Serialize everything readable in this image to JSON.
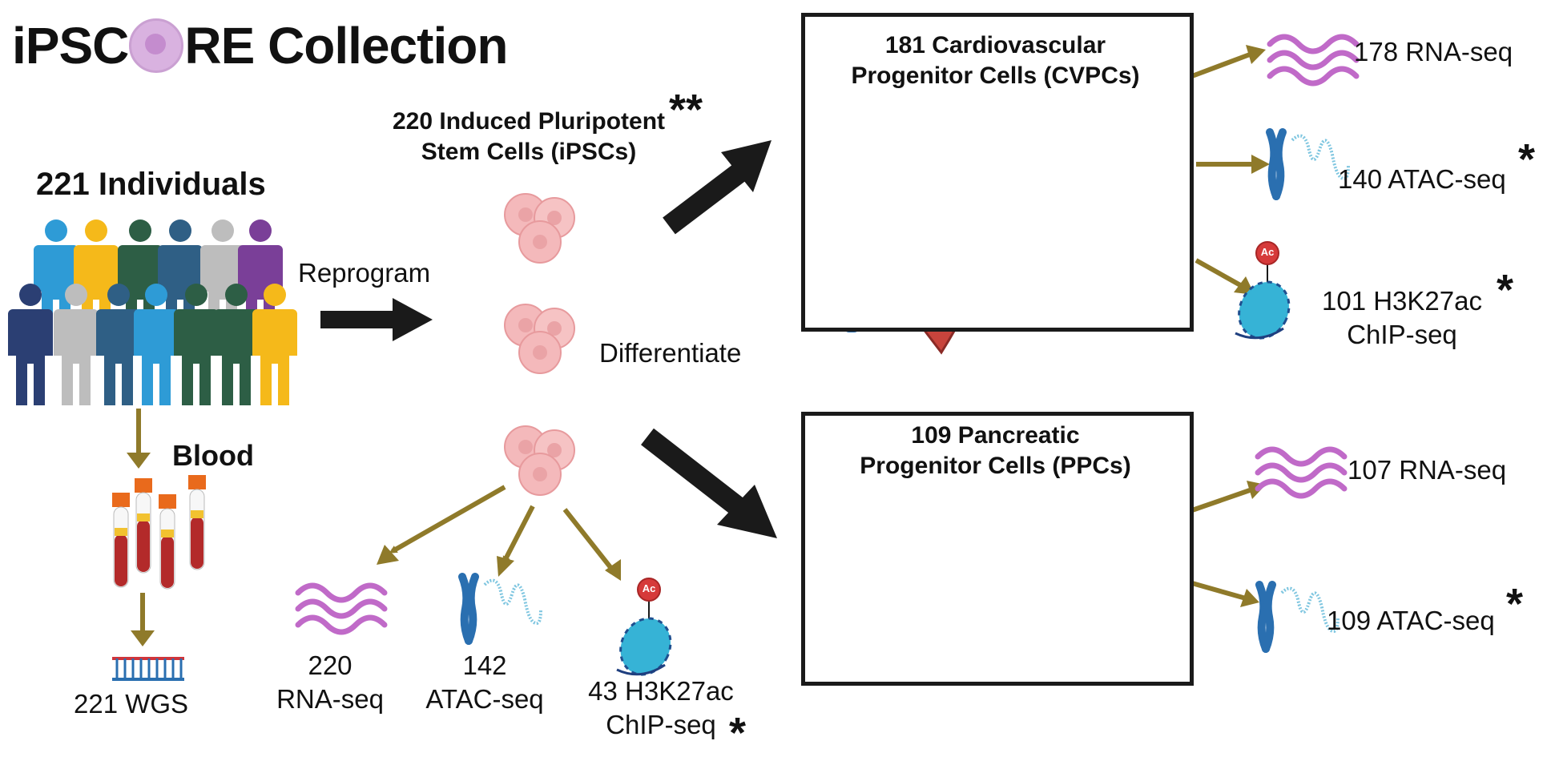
{
  "title": {
    "prefix": "iPSC",
    "suffix": "RE Collection"
  },
  "individuals": {
    "label": "221 Individuals"
  },
  "blood": {
    "label": "Blood"
  },
  "wgs": {
    "label": "221 WGS"
  },
  "reprogram": {
    "label": "Reprogram"
  },
  "ipsc": {
    "line1": "220 Induced Pluripotent",
    "line2": "Stem Cells (iPSCs)",
    "mark": "**"
  },
  "differentiate": {
    "label": "Differentiate"
  },
  "ipsc_assays": {
    "rna": {
      "line1": "220",
      "line2": "RNA-seq"
    },
    "atac": {
      "line1": "142",
      "line2": "ATAC-seq"
    },
    "chip": {
      "line1": "43 H3K27ac",
      "line2": "ChIP-seq",
      "mark": "*"
    }
  },
  "cvpc": {
    "line1": "181 Cardiovascular",
    "line2": "Progenitor Cells (CVPCs)",
    "rna": "178 RNA-seq",
    "atac": "140 ATAC-seq",
    "atac_mark": "*",
    "chip_line1": "101 H3K27ac",
    "chip_line2": "ChIP-seq",
    "chip_mark": "*"
  },
  "ppc": {
    "line1": "109 Pancreatic",
    "line2": "Progenitor Cells (PPCs)",
    "rna": "107 RNA-seq",
    "atac": "109 ATAC-seq",
    "atac_mark": "*"
  },
  "nucleosome_tag": "Ac",
  "colors": {
    "arrow_gold": "#8f7a2a",
    "arrow_black": "#1a1a1a",
    "rna_wave": "#c06ac8",
    "chromosome": "#2a6fb0",
    "nucleosome": "#36b3d6",
    "ac_badge": "#d63a3a",
    "cell_pink": "#f4b9bb",
    "dish": "#dff0f5"
  },
  "icons": [
    "person-icon",
    "blood-tube-icon",
    "dna-icon",
    "stem-cell-icon",
    "heart-icon",
    "pancreas-icon",
    "petri-dish-icon",
    "rna-wave-icon",
    "chromosome-icon",
    "nucleosome-icon"
  ]
}
